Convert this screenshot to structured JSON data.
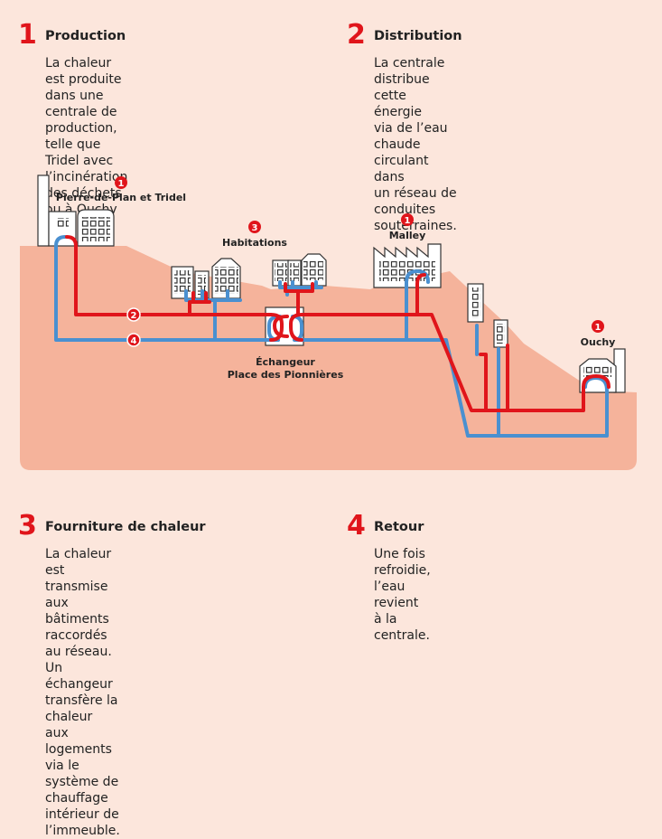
{
  "steps": [
    {
      "num": "1",
      "title": "Production",
      "body": "La chaleur est produite dans une\ncentrale de production, telle que\nTridel avec l’incinération des déchets\nou à Ouchy avec l’eau du lac."
    },
    {
      "num": "2",
      "title": "Distribution",
      "body": "La centrale distribue cette énergie\nvia de l’eau chaude circulant dans\nun réseau de conduites souterraines."
    },
    {
      "num": "3",
      "title": "Fourniture de chaleur",
      "body": "La chaleur est transmise aux\nbâtiments raccordés au réseau.\nUn échangeur transfère la chaleur\naux logements via le système de\nchauffage intérieur de l’immeuble."
    },
    {
      "num": "4",
      "title": "Retour",
      "body": "Une fois refroidie, l’eau revient\nà la centrale."
    }
  ],
  "diagram": {
    "plant_1": {
      "badge": "1",
      "label": "Pierre-de-Plan et Tridel"
    },
    "habitations": {
      "badge": "3",
      "label": "Habitations"
    },
    "malley": {
      "badge": "1",
      "label": "Malley"
    },
    "ouchy": {
      "badge": "1",
      "label": "Ouchy"
    },
    "exchanger": {
      "label_line1": "Échangeur",
      "label_line2": "Place des Pionnières"
    },
    "pipe_supply_badge": "2",
    "pipe_return_badge": "4"
  },
  "colors": {
    "background": "#fce6dc",
    "ground": "#f5b39b",
    "supply_pipe": "#e0151b",
    "return_pipe": "#4a90d0",
    "accent": "#e0151b"
  }
}
